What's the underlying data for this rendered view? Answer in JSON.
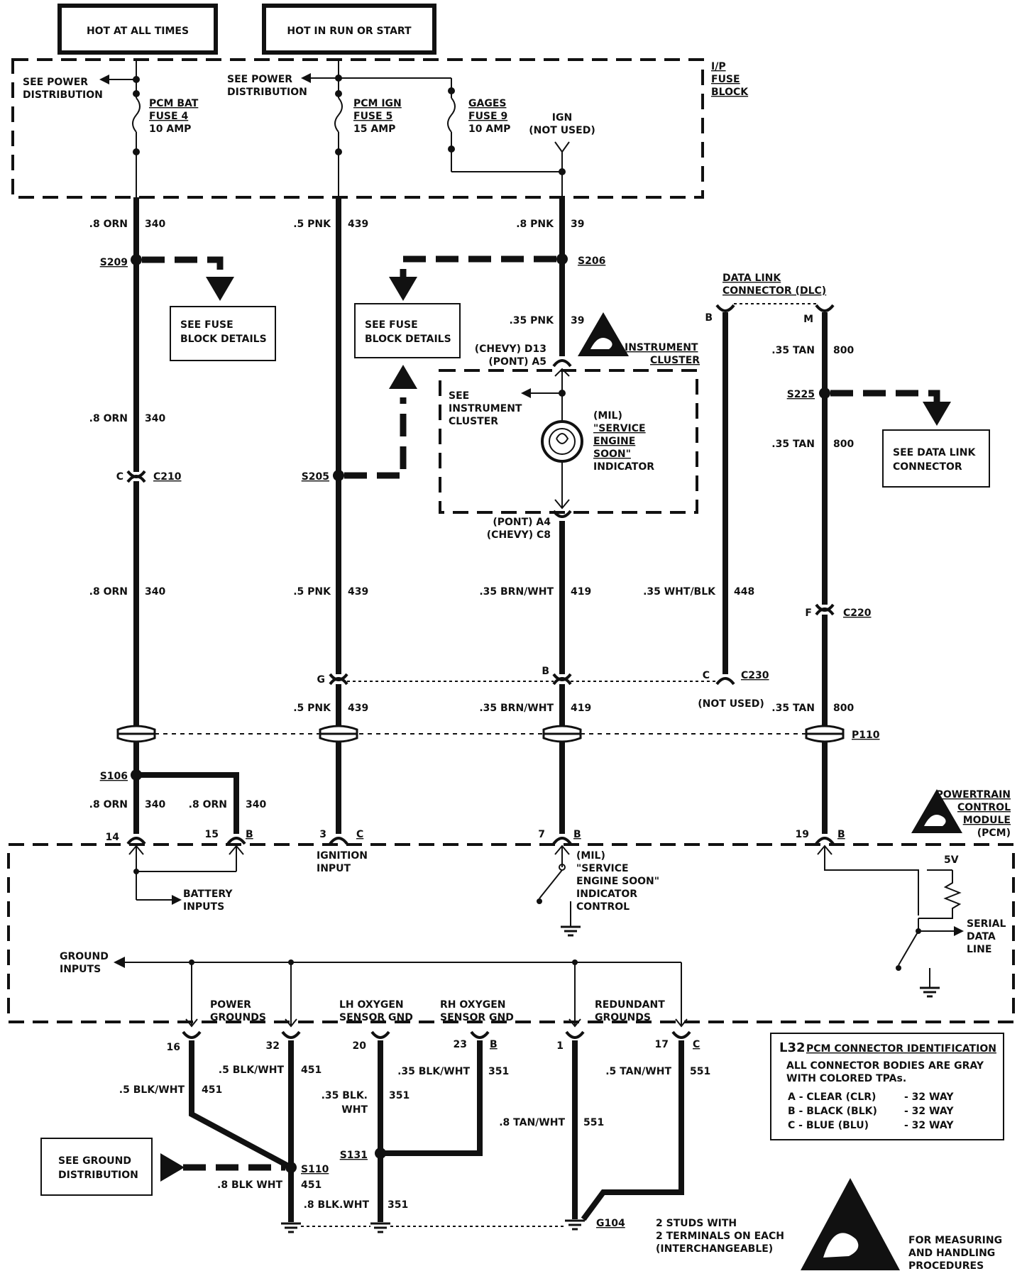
{
  "supplies": {
    "hot_at_all_times": "HOT AT ALL TIMES",
    "hot_in_run": "HOT IN RUN OR START"
  },
  "fuse_block": {
    "l1": "I/P",
    "l2": "FUSE",
    "l3": "BLOCK"
  },
  "see_power_1": {
    "l1": "SEE POWER",
    "l2": "DISTRIBUTION"
  },
  "see_power_2": {
    "l1": "SEE POWER",
    "l2": "DISTRIBUTION"
  },
  "fuse4": {
    "l1": "PCM BAT",
    "l2": "FUSE 4",
    "l3": "10 AMP"
  },
  "fuse5": {
    "l1": "PCM IGN",
    "l2": "FUSE 5",
    "l3": "15 AMP"
  },
  "fuse9": {
    "l1": "GAGES",
    "l2": "FUSE 9",
    "l3": "10 AMP"
  },
  "ign": {
    "l1": "IGN",
    "l2": "(NOT USED)"
  },
  "wires": {
    "w340a": ".8 ORN",
    "c340a": "340",
    "w439a": ".5 PNK",
    "c439a": "439",
    "w39a": ".8 PNK",
    "c39a": "39",
    "w39b": ".35 PNK",
    "c39b": "39",
    "w340b": ".8 ORN",
    "c340b": "340",
    "w340c": ".8 ORN",
    "c340c": "340",
    "w439b": ".5 PNK",
    "c439b": "439",
    "w419a": ".35 BRN/WHT",
    "c419a": "419",
    "w448": ".35 WHT/BLK",
    "c448": "448",
    "w800a": ".35 TAN",
    "c800a": "800",
    "w800b": ".35 TAN",
    "c800b": "800",
    "w439c": ".5 PNK",
    "c439c": "439",
    "w419b": ".35 BRN/WHT",
    "c419b": "419",
    "w800c": ".35 TAN",
    "c800c": "800",
    "w340d": ".8 ORN",
    "c340d": "340",
    "w340e": ".8 ORN",
    "c340e": "340",
    "w451a": ".5 BLK/WHT",
    "c451a": "451",
    "w451b": ".5 BLK/WHT",
    "c451b": "451",
    "w351a": ".35 BLK/WHT",
    "c351a": "351",
    "w351b1": ".35 BLK.",
    "w351b2": "WHT",
    "c351b": "351",
    "w551a": ".5 TAN/WHT",
    "c551a": "551",
    "w551b": ".8 TAN/WHT",
    "c551b": "551",
    "w451c": ".8 BLK WHT",
    "c451c": "451",
    "w351c": ".8 BLK.WHT",
    "c351c": "351"
  },
  "splices": {
    "s209": "S209",
    "s206": "S206",
    "s205": "S205",
    "s225": "S225",
    "s106": "S106",
    "s110": "S110",
    "s131": "S131"
  },
  "connectors": {
    "c210": "C210",
    "c210_pin": "C",
    "c220": "C220",
    "c220_pin": "F",
    "c230": "C230",
    "c230_pin": "C",
    "g_pin": "G",
    "b_pin": "B",
    "p110": "P110",
    "g104": "G104",
    "not_used": "(NOT USED)"
  },
  "fuse_details_1": {
    "l1": "SEE FUSE",
    "l2": "BLOCK DETAILS"
  },
  "fuse_details_2": {
    "l1": "SEE FUSE",
    "l2": "BLOCK DETAILS"
  },
  "dlc": {
    "l1": "DATA LINK",
    "l2": "CONNECTOR (DLC)",
    "pin_b": "B",
    "pin_m": "M"
  },
  "see_dlc": {
    "l1": "SEE DATA LINK",
    "l2": "CONNECTOR"
  },
  "cluster": {
    "top1": "(CHEVY)  D13",
    "top2": "(PONT)  A5",
    "bot1": "(PONT)  A4",
    "bot2": "(CHEVY)  C8",
    "title1": "INSTRUMENT",
    "title2": "CLUSTER",
    "see1": "SEE",
    "see2": "INSTRUMENT",
    "see3": "CLUSTER",
    "mil1": "(MIL)",
    "mil2": "\"SERVICE",
    "mil3": "ENGINE",
    "mil4": "SOON\"",
    "mil5": "INDICATOR"
  },
  "pcm": {
    "title1": "POWERTRAIN",
    "title2": "CONTROL",
    "title3": "MODULE",
    "title4": "(PCM)",
    "pin14": "14",
    "pin15": "15",
    "pin15b": "B",
    "pin3": "3",
    "pin3c": "C",
    "pin7": "7",
    "pin7b": "B",
    "pin19": "19",
    "pin19b": "B",
    "ign1": "IGNITION",
    "ign2": "INPUT",
    "bat1": "BATTERY",
    "bat2": "INPUTS",
    "mil1": "(MIL)",
    "mil2": "\"SERVICE",
    "mil3": "ENGINE SOON\"",
    "mil4": "INDICATOR",
    "mil5": "CONTROL",
    "v5": "5V",
    "sdl1": "SERIAL",
    "sdl2": "DATA",
    "sdl3": "LINE",
    "gnd1": "GROUND",
    "gnd2": "INPUTS",
    "pg1": "POWER",
    "pg2": "GROUNDS",
    "lh1": "LH OXYGEN",
    "lh2": "SENSOR GND",
    "rh1": "RH OXYGEN",
    "rh2": "SENSOR GND",
    "rg1": "REDUNDANT",
    "rg2": "GROUNDS",
    "pin16": "16",
    "pin32": "32",
    "pin20": "20",
    "pin23": "23",
    "pin23b": "B",
    "pin1": "1",
    "pin17": "17",
    "pin17c": "C"
  },
  "see_ground": {
    "l1": "SEE GROUND",
    "l2": "DISTRIBUTION"
  },
  "studs": {
    "l1": "2 STUDS WITH",
    "l2": "2 TERMINALS ON EACH",
    "l3": "(INTERCHANGEABLE)"
  },
  "conn_id": {
    "title_a": "L32",
    "title_b": "PCM CONNECTOR IDENTIFICATION",
    "l1": "ALL CONNECTOR BODIES ARE GRAY",
    "l2": "WITH COLORED TPAs.",
    "r1a": "A  -  CLEAR (CLR)",
    "r1b": "-  32 WAY",
    "r2a": "B  -  BLACK (BLK)",
    "r2b": "-  32 WAY",
    "r3a": "C  -  BLUE (BLU)",
    "r3b": "-  32 WAY"
  },
  "esd": {
    "l1": "FOR MEASURING",
    "l2": "AND HANDLING",
    "l3": "PROCEDURES"
  }
}
